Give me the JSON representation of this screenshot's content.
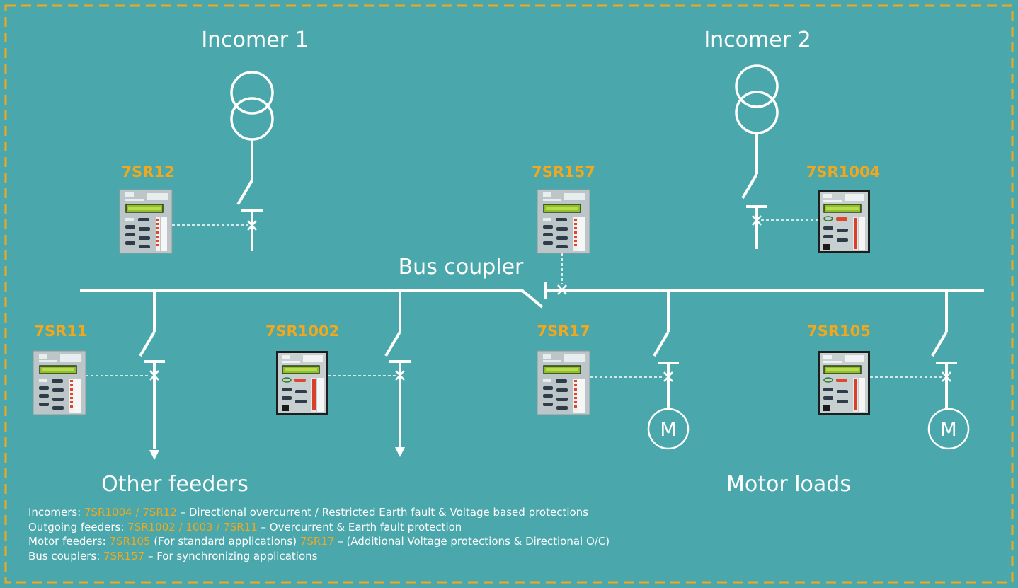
{
  "colors": {
    "background": "#4aa7ab",
    "border": "#f2a81d",
    "line": "#ffffff",
    "relay_label": "#f2a81d",
    "relay_body": "#b9c3c6",
    "relay_lcd": "#9ccc2a",
    "relay_led": "#e0452e"
  },
  "headings": {
    "incomer1": "Incomer 1",
    "incomer2": "Incomer 2",
    "bus_coupler": "Bus coupler",
    "other_feeders": "Other feeders",
    "motor_loads": "Motor loads"
  },
  "relays": {
    "r12": "7SR12",
    "r157": "7SR157",
    "r1004": "7SR1004",
    "r11": "7SR11",
    "r1002": "7SR1002",
    "r17": "7SR17",
    "r105": "7SR105"
  },
  "motor_symbol": "M",
  "legend": {
    "incomers": {
      "label": "Incomers: ",
      "models": "7SR1004 / 7SR12",
      "desc": " – Directional overcurrent / Restricted Earth fault & Voltage based protections"
    },
    "outgoing": {
      "label": "Outgoing feeders: ",
      "models": "7SR1002 / 1003 / 7SR11",
      "desc": " – Overcurrent & Earth fault protection"
    },
    "motor": {
      "label": "Motor feeders: ",
      "model1": "7SR105",
      "desc1": " (For standard applications) ",
      "model2": "7SR17",
      "desc2": " – (Additional Voltage protections & Directional O/C)"
    },
    "bus": {
      "label": "Bus couplers: ",
      "models": "7SR157",
      "desc": " – For synchronizing applications"
    }
  }
}
